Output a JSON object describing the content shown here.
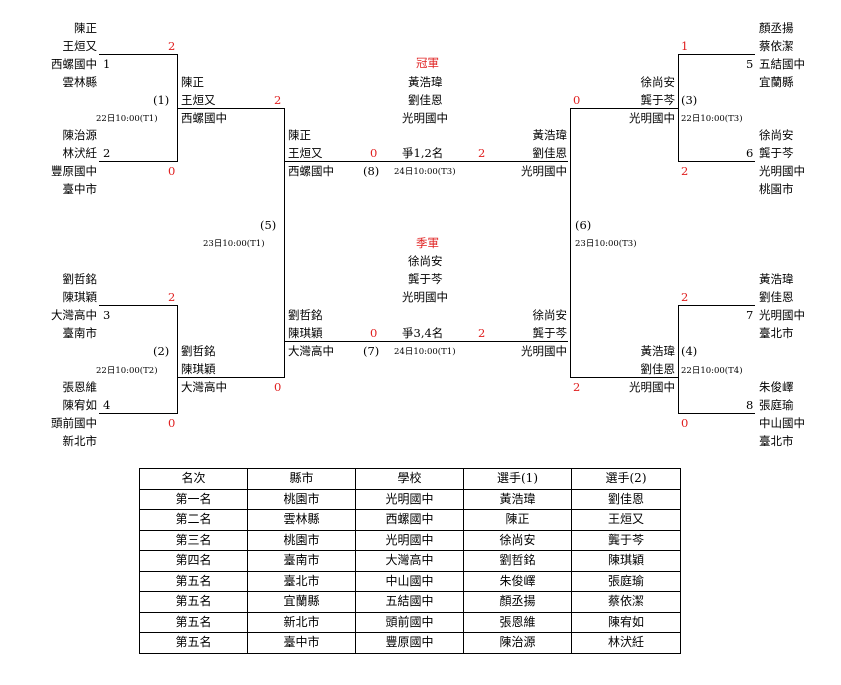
{
  "players": {
    "p1": {
      "n1": "陳正",
      "n2": "王烜又",
      "school": "西螺國中",
      "county": "雲林縣",
      "seed": "1"
    },
    "p2": {
      "n1": "陳治源",
      "n2": "林汱紝",
      "school": "豐原國中",
      "county": "臺中市",
      "seed": "2"
    },
    "p3": {
      "n1": "劉哲銘",
      "n2": "陳琪穎",
      "school": "大灣高中",
      "county": "臺南市",
      "seed": "3"
    },
    "p4": {
      "n1": "張恩維",
      "n2": "陳宥如",
      "school": "頭前國中",
      "county": "新北市",
      "seed": "4"
    },
    "p5": {
      "n1": "顏丞揚",
      "n2": "蔡依潔",
      "school": "五結國中",
      "county": "宜蘭縣",
      "seed": "5"
    },
    "p6": {
      "n1": "徐尚安",
      "n2": "龔于芩",
      "school": "光明國中",
      "county": "桃園市",
      "seed": "6"
    },
    "p7": {
      "n1": "黃浩瑋",
      "n2": "劉佳恩",
      "school": "光明國中",
      "county": "臺北市",
      "seed": "7"
    },
    "p8": {
      "n1": "朱俊嶧",
      "n2": "張庭瑜",
      "school": "中山國中",
      "county": "臺北市",
      "seed": "8"
    }
  },
  "matches": {
    "m1": {
      "label": "(1)",
      "time": "22日10:00(T1)",
      "top": "2",
      "bot": "0",
      "w1": "陳正",
      "w2": "王烜又",
      "ws": "西螺國中"
    },
    "m2": {
      "label": "(2)",
      "time": "22日10:00(T2)",
      "top": "2",
      "bot": "0",
      "w1": "劉哲銘",
      "w2": "陳琪穎",
      "ws": "大灣高中"
    },
    "m3": {
      "label": "(3)",
      "time": "22日10:00(T3)",
      "top": "1",
      "bot": "2",
      "w1": "徐尚安",
      "w2": "龔于芩",
      "ws": "光明國中"
    },
    "m4": {
      "label": "(4)",
      "time": "22日10:00(T4)",
      "top": "2",
      "bot": "0",
      "w1": "黃浩瑋",
      "w2": "劉佳恩",
      "ws": "光明國中"
    },
    "m5": {
      "label": "(5)",
      "time": "23日10:00(T1)",
      "top": "2",
      "bot": "0",
      "w1": "陳正",
      "w2": "王烜又",
      "ws": "西螺國中",
      "w3_1": "劉哲銘",
      "w3_2": "陳琪穎",
      "w3_s": "大灣高中"
    },
    "m6": {
      "label": "(6)",
      "time": "23日10:00(T3)",
      "top": "0",
      "bot": "2",
      "w1": "黃浩瑋",
      "w2": "劉佳恩",
      "ws": "光明國中",
      "w3_1": "徐尚安",
      "w3_2": "龔于芩",
      "w3_s": "光明國中"
    },
    "m8": {
      "label": "(8)",
      "time": "24日10:00(T3)",
      "left": "0",
      "right": "2",
      "title": "爭1,2名"
    },
    "m7": {
      "label": "(7)",
      "time": "24日10:00(T1)",
      "left": "0",
      "right": "2",
      "title": "爭3,4名"
    }
  },
  "champion": {
    "heading": "冠軍",
    "n1": "黃浩瑋",
    "n2": "劉佳恩",
    "school": "光明國中"
  },
  "third": {
    "heading": "季軍",
    "n1": "徐尚安",
    "n2": "龔于芩",
    "school": "光明國中"
  },
  "table": {
    "headers": [
      "名次",
      "縣市",
      "學校",
      "選手(1)",
      "選手(2)"
    ],
    "rows": [
      [
        "第一名",
        "桃園市",
        "光明國中",
        "黃浩瑋",
        "劉佳恩"
      ],
      [
        "第二名",
        "雲林縣",
        "西螺國中",
        "陳正",
        "王烜又"
      ],
      [
        "第三名",
        "桃園市",
        "光明國中",
        "徐尚安",
        "龔于芩"
      ],
      [
        "第四名",
        "臺南市",
        "大灣高中",
        "劉哲銘",
        "陳琪穎"
      ],
      [
        "第五名",
        "臺北市",
        "中山國中",
        "朱俊嶧",
        "張庭瑜"
      ],
      [
        "第五名",
        "宜蘭縣",
        "五結國中",
        "顏丞揚",
        "蔡依潔"
      ],
      [
        "第五名",
        "新北市",
        "頭前國中",
        "張恩維",
        "陳宥如"
      ],
      [
        "第五名",
        "臺中市",
        "豐原國中",
        "陳治源",
        "林汱紝"
      ]
    ]
  },
  "colors": {
    "score": "#e02020",
    "line": "#000000"
  }
}
